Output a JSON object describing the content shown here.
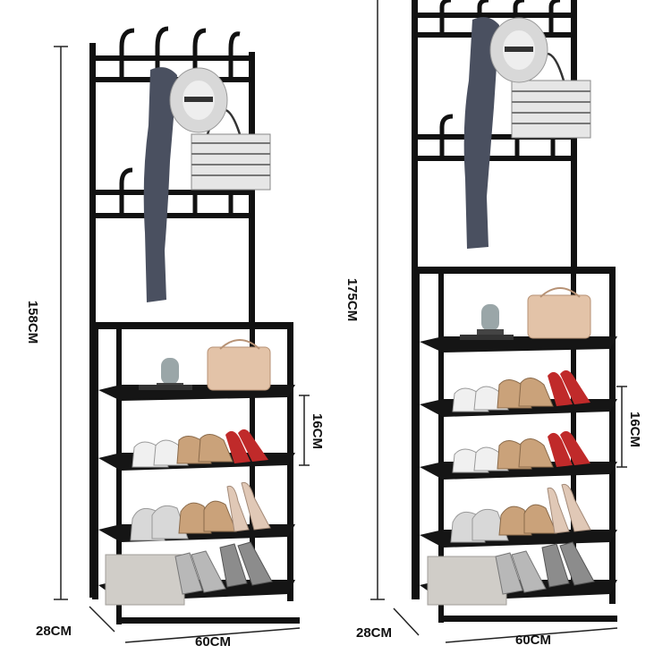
{
  "colors": {
    "frame": "#111111",
    "background": "#ffffff",
    "dimension_line": "#222222",
    "bag": "#e3c3a8",
    "scarf": "#4a5060",
    "tote": "#e6e6e6",
    "hat": "#d8d8d8",
    "box": "#d0cdc8",
    "shoe_white": "#f0f0f0",
    "shoe_tan": "#caa27a",
    "heel_red": "#c02a2a",
    "sneaker_gray": "#b8b8b8"
  },
  "left_rack": {
    "height_label": "158CM",
    "shelf_gap_label": "16CM",
    "depth_label": "28CM",
    "width_label": "60CM"
  },
  "right_rack": {
    "height_label": "175CM",
    "shelf_gap_label": "16CM",
    "depth_label": "28CM",
    "width_label": "60CM"
  }
}
